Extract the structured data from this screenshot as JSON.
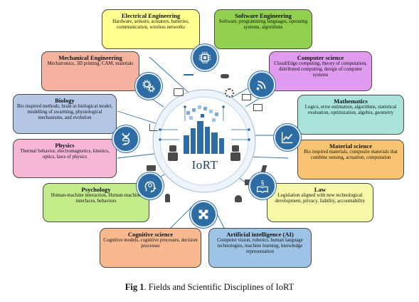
{
  "center": {
    "label": "IoRT"
  },
  "caption": {
    "prefix": "Fig 1",
    "text": ". Fields and Scientific Disciplines of IoRT"
  },
  "boxes": [
    {
      "key": "electrical",
      "title": "Electrical Engineering",
      "desc": "Hardware, sensors, actuators, batteries, communication, wireless networks",
      "color": "#ffff8f"
    },
    {
      "key": "software",
      "title": "Software Engineering",
      "desc": "Software, programming languages, operating systems, algorithms",
      "color": "#92d050"
    },
    {
      "key": "mechanical",
      "title": "Mechanical Engineering",
      "desc": "Mechatronics, 3D printing, CAM, materials",
      "color": "#f6b3a0"
    },
    {
      "key": "computer",
      "title": "Computer science",
      "desc": "Cloud/Edge computing, theory of computation, distributed computing, design of computer systems",
      "color": "#e09bf0"
    },
    {
      "key": "biology",
      "title": "Biology",
      "desc": "Bio inspired methods, brain as biological model, modelling of swarming, physiological mechanisms, and evolution",
      "color": "#b4c7e7"
    },
    {
      "key": "mathematics",
      "title": "Mathematics",
      "desc": "Logics, error estimation, algorithms, statistical evaluation, optimization, algebra, geometry",
      "color": "#a9e3d9"
    },
    {
      "key": "physics",
      "title": "Physics",
      "desc": "Thermal behavior, electromagnetics, kinetics, optics, laws of physics",
      "color": "#f6b6d4"
    },
    {
      "key": "material",
      "title": "Material science",
      "desc": "Bio inspired materials, composite materials that combine sensing, actuation, computation",
      "color": "#f8c471"
    },
    {
      "key": "psychology",
      "title": "Psychology",
      "desc": "Human-machine interaction, Human-machine interfaces, behaviors",
      "color": "#c3ec8a"
    },
    {
      "key": "law",
      "title": "Law",
      "desc": "Legislation aligned with new technological development, privacy, liability, accountability",
      "color": "#f7f7a8"
    },
    {
      "key": "cognitive",
      "title": "Cognitive science",
      "desc": "Cognitive models, cognitive processes, decision processes",
      "color": "#f8b98f"
    },
    {
      "key": "ai",
      "title": "Artificial intelligence (AI)",
      "desc": "Computer vision, robotics, human language technologies, machine learning, knowledge representation",
      "color": "#9dc3e6"
    }
  ]
}
